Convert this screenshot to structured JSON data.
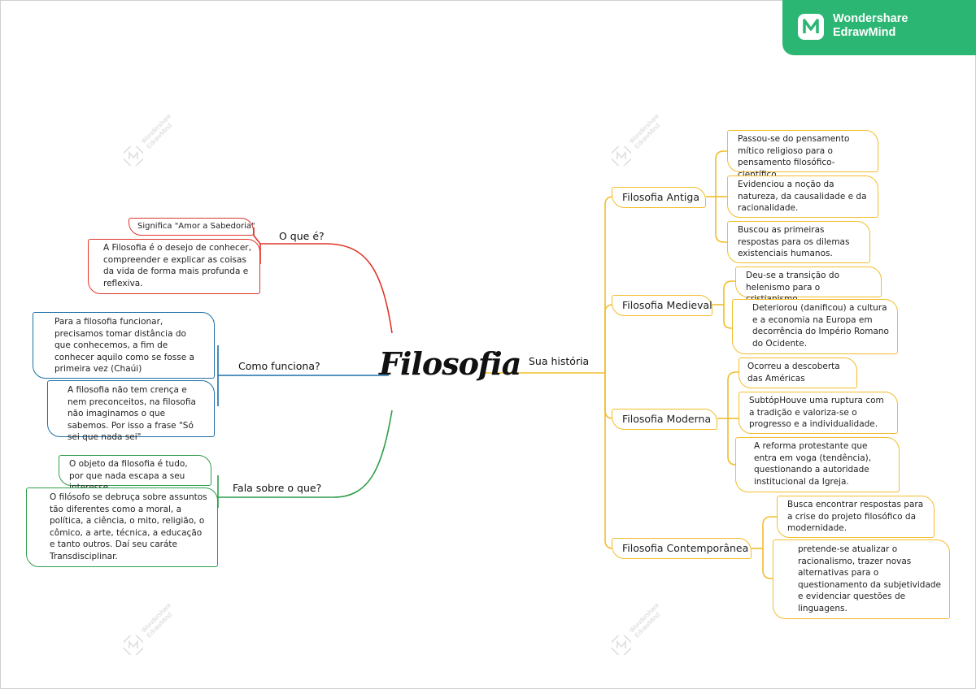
{
  "brand": {
    "line1": "Wondershare",
    "line2": "EdrawMind"
  },
  "watermark": {
    "line1": "Wondershare",
    "line2": "EdrawMind"
  },
  "center": "Filosofia",
  "left": [
    {
      "label": "O que é?",
      "items": [
        "Significa \"Amor a Sabedoria\"",
        "A Filosofia é o desejo de conhecer, compreender e explicar as coisas da vida de forma mais profunda e reflexiva."
      ]
    },
    {
      "label": "Como funciona?",
      "items": [
        "Para a filosofia funcionar, precisamos tomar distância do que conhecemos, a fim de conhecer aquilo como se fosse a primeira vez (Chaúi)",
        "A filosofia não tem crença e nem preconceitos, na filosofia não imaginamos o que sabemos. Por isso a frase \"Só sei que nada sei\""
      ]
    },
    {
      "label": "Fala sobre o que?",
      "items": [
        "O objeto da filosofia é tudo, por que nada escapa a seu interesse",
        "O filósofo se debruça sobre assuntos tão diferentes como a moral, a política, a ciência, o mito, religião, o cômico, a arte,  técnica, a educação e tanto outros. Daí seu caráte Transdisciplinar."
      ]
    }
  ],
  "right": {
    "label": "Sua história",
    "branches": [
      {
        "label": "Filosofia Antiga",
        "items": [
          "Passou-se do pensamento mítico religioso para o pensamento filosófico-científico.",
          "Evidenciou a noção da natureza, da causalidade e da racionalidade.",
          "Buscou as primeiras respostas para os dilemas existenciais humanos."
        ]
      },
      {
        "label": "Filosofia Medieval",
        "items": [
          "Deu-se a transição do helenismo para o cristianismo",
          "Deteriorou (danificou) a cultura e a economia na Europa em decorrência do Império Romano do Ocidente."
        ]
      },
      {
        "label": "Filosofia Moderna",
        "items": [
          "Ocorreu a descoberta das Américas",
          "SubtópHouve uma ruptura com a tradição e valoriza-se o progresso e a individualidade.",
          "A reforma protestante que entra em voga (tendência), questionando a autoridade institucional da Igreja."
        ]
      },
      {
        "label": "Filosofia Contemporânea",
        "items": [
          "Busca encontrar respostas para a crise do projeto filosófico da modernidade.",
          "pretende-se atualizar o racionalismo, trazer novas alternativas para o questionamento da subjetividade e evidenciar questões de linguagens."
        ]
      }
    ]
  },
  "colors": {
    "red": "#e0352b",
    "blue": "#1e6fa8",
    "green": "#2e9e4a",
    "yellow": "#f2bd2c",
    "brand": "#2bb673"
  }
}
